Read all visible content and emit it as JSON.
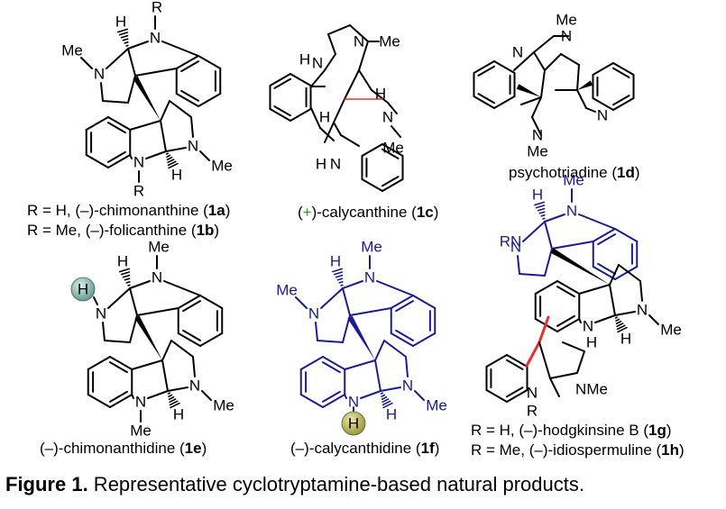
{
  "compounds": [
    {
      "id": "1a",
      "pre": "R = H, (",
      "sign": "–",
      "post": ")-chimonanthine (",
      "bold": "1a",
      "end": ")"
    },
    {
      "id": "1b",
      "pre": "R = Me, (",
      "sign": "–",
      "post": ")-folicanthine (",
      "bold": "1b",
      "end": ")"
    },
    {
      "id": "1c",
      "pre": "(",
      "sign": "+",
      "post": ")-calycanthine (",
      "bold": "1c",
      "end": ")"
    },
    {
      "id": "1d",
      "pre": "",
      "sign": "",
      "post": "psychotriadine (",
      "bold": "1d",
      "end": ")"
    },
    {
      "id": "1e",
      "pre": "(",
      "sign": "–",
      "post": ")-chimonanthidine (",
      "bold": "1e",
      "end": ")"
    },
    {
      "id": "1f",
      "pre": "(",
      "sign": "–",
      "post": ")-calycanthidine (",
      "bold": "1f",
      "end": ")"
    },
    {
      "id": "1g",
      "pre": "R = H, (",
      "sign": "–",
      "post": ")-hodgkinsine B (",
      "bold": "1g",
      "end": ")"
    },
    {
      "id": "1h",
      "pre": "R = Me, (",
      "sign": "–",
      "post": ")-idiospermuline (",
      "bold": "1h",
      "end": ")"
    }
  ],
  "atoms": {
    "me": "Me",
    "n": "N",
    "h": "H",
    "r": "R",
    "rn": "RN",
    "nme": "NMe"
  },
  "colors": {
    "bond": "#000000",
    "highlight_blue": "#1c1c8c",
    "highlight_red": "#e53030",
    "sphere_teal": "#6aa9a0",
    "sphere_olive": "#a7a23a",
    "sign_green": "#3a8a2e"
  },
  "caption": {
    "label": "Figure 1.",
    "text": " Representative cyclotryptamine-based natural products."
  }
}
